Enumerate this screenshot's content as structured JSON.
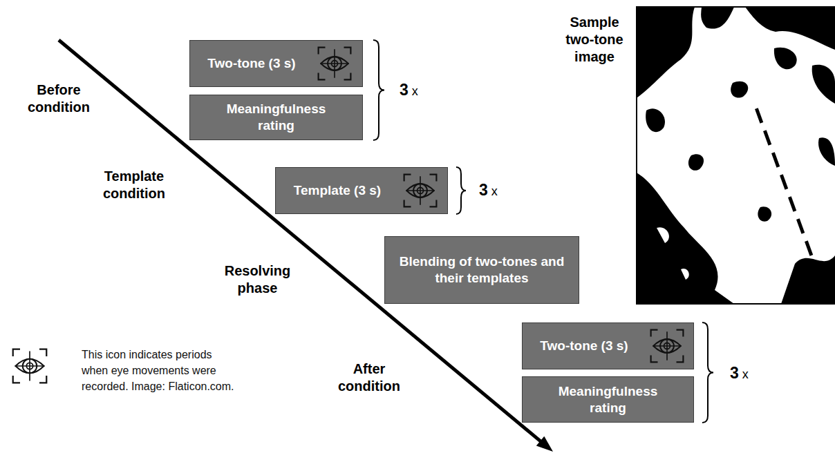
{
  "diagram": {
    "nodes": [
      {
        "text": [
          "Two-tone (3 s)"
        ]
      },
      {
        "text": [
          "Meaningfulness rating"
        ]
      },
      {
        "text": [
          "Template (3 s)"
        ]
      },
      {
        "text": [
          "Blending of two-tones and their templates"
        ]
      },
      {
        "text": [
          "Two-tone (3 s)"
        ]
      },
      {
        "text": [
          "Meaningfulness rating"
        ]
      }
    ],
    "labels": [
      "Before condition",
      "3 x",
      "Template condition",
      "3 x",
      "Resolving phase",
      "After condition",
      "3 x",
      "Sample two-tone image"
    ],
    "legend": [
      {
        "text": "This icon indicates periods when eye movements were recorded. Image: Flaticon.com."
      }
    ]
  }
}
